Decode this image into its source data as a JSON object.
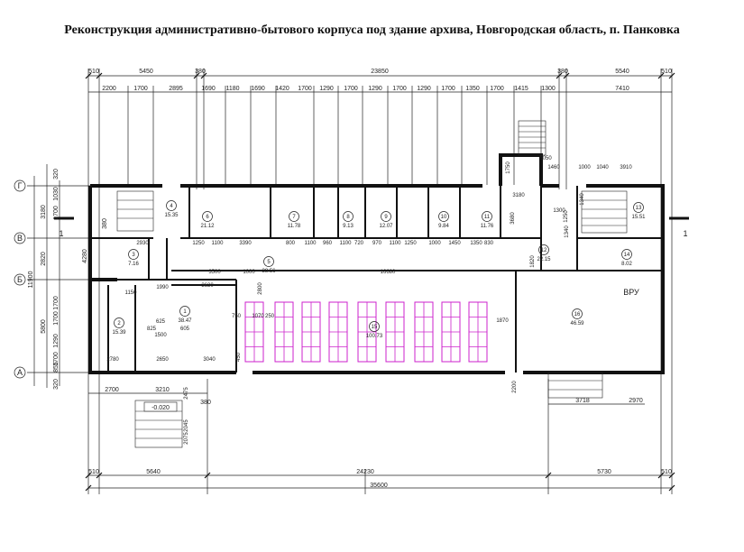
{
  "title": "Реконструкция административно-бытового корпуса под здание архива, Новгородская область, п. Панковка",
  "top_dims_row1": [
    "510",
    "5450",
    "380",
    "23850",
    "380",
    "5540",
    "510"
  ],
  "top_dims_row2": [
    "2200",
    "1700",
    "2895",
    "1690",
    "1180",
    "1690",
    "1420",
    "1700",
    "1290",
    "1700",
    "1290",
    "1700",
    "1290",
    "1700",
    "1350",
    "1700",
    "1415",
    "1300",
    "7410"
  ],
  "bottom_dims_row1": [
    "510",
    "5640",
    "24230",
    "5730",
    "510"
  ],
  "bottom_total": "35600",
  "lower_dims": [
    "2700",
    "3210",
    "380",
    "3718",
    "2970"
  ],
  "left_dims_outer": [
    "11900"
  ],
  "left_dims_mid": [
    "3180",
    "2820",
    "5800"
  ],
  "left_dims_inner": [
    "320",
    "1030",
    "1700",
    "1700",
    "1700",
    "1290",
    "1700",
    "855",
    "320",
    "4280",
    "380"
  ],
  "grid_rows": [
    "Г",
    "В",
    "Б",
    "А"
  ],
  "section_mark": "1",
  "level_mark": "-0.020",
  "vru_label": "ВРУ",
  "interior_dims": [
    "2930",
    "1250",
    "1100",
    "3390",
    "800",
    "1100",
    "960",
    "1100",
    "720",
    "970",
    "1100",
    "1250",
    "1000",
    "1450",
    "1350",
    "830",
    "3500",
    "1000",
    "16680",
    "1820",
    "3630",
    "1990",
    "1150",
    "825",
    "625",
    "1500",
    "605",
    "2780",
    "2650",
    "3040",
    "750",
    "1070",
    "250",
    "1870",
    "450",
    "3180",
    "3680",
    "1460",
    "1000",
    "1040",
    "3910",
    "6050",
    "1750",
    "1340",
    "1250",
    "1340",
    "2200",
    "1300",
    "2800",
    "2045",
    "2075",
    "2475"
  ],
  "rooms": [
    {
      "no": "1",
      "area": "38.47"
    },
    {
      "no": "2",
      "area": "15.39"
    },
    {
      "no": "3",
      "area": "7.16"
    },
    {
      "no": "4",
      "area": "15.35"
    },
    {
      "no": "5",
      "area": "38.56"
    },
    {
      "no": "6",
      "area": "21.12"
    },
    {
      "no": "7",
      "area": "11.78"
    },
    {
      "no": "8",
      "area": "9.13"
    },
    {
      "no": "9",
      "area": "12.07"
    },
    {
      "no": "10",
      "area": "9.84"
    },
    {
      "no": "11",
      "area": "11.76"
    },
    {
      "no": "12",
      "area": "22.15"
    },
    {
      "no": "13",
      "area": "15.51"
    },
    {
      "no": "14",
      "area": "8.02"
    },
    {
      "no": "15",
      "area": "100.73"
    },
    {
      "no": "16",
      "area": "46.59"
    }
  ],
  "colors": {
    "walls": "#111111",
    "lines": "#222222",
    "shelves": "#cc22cc",
    "background": "#ffffff"
  }
}
